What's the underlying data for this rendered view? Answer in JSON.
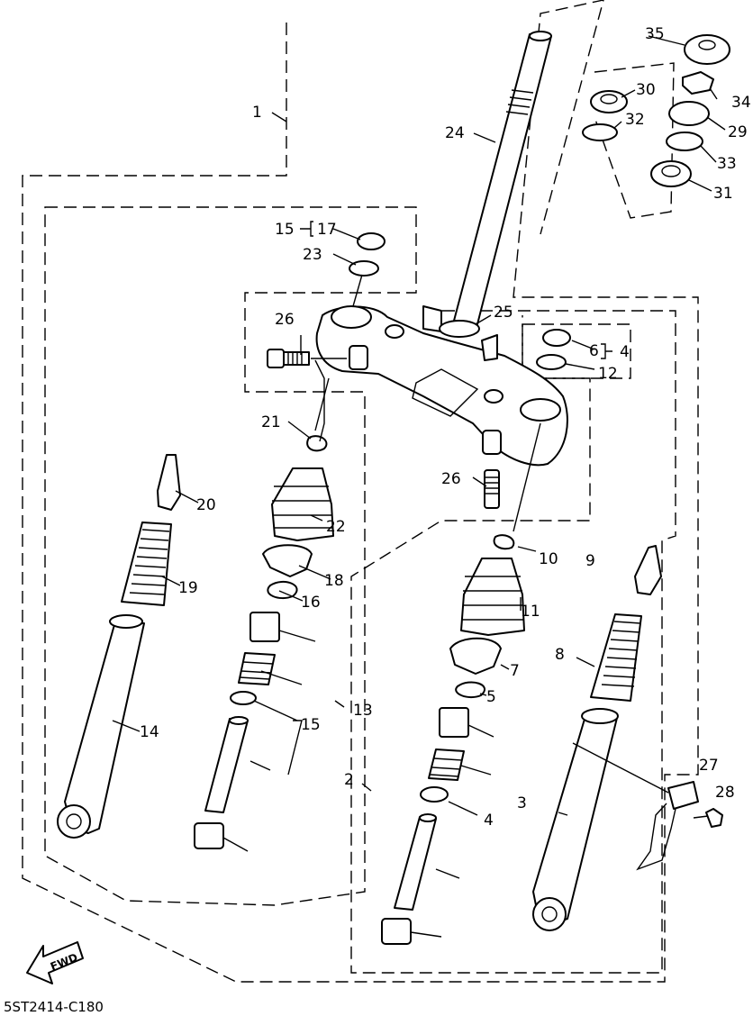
{
  "diagram": {
    "code": "5ST2414-C180",
    "fwd_label": "FWD",
    "labels": {
      "l1": "1",
      "l2": "2",
      "l3": "3",
      "l4a": "4",
      "l4b": "4",
      "l5": "5",
      "l6": "6",
      "l7": "7",
      "l8": "8",
      "l9": "9",
      "l10": "10",
      "l11": "11",
      "l12": "12",
      "l13": "13",
      "l14": "14",
      "l15a": "15",
      "l15b": "15",
      "l16": "16",
      "l17": "17",
      "l18": "18",
      "l19": "19",
      "l20": "20",
      "l21": "21",
      "l22": "22",
      "l23": "23",
      "l24": "24",
      "l25": "25",
      "l26a": "26",
      "l26b": "26",
      "l27": "27",
      "l28": "28",
      "l29": "29",
      "l30": "30",
      "l31": "31",
      "l32": "32",
      "l33": "33",
      "l34": "34",
      "l35": "35"
    }
  }
}
